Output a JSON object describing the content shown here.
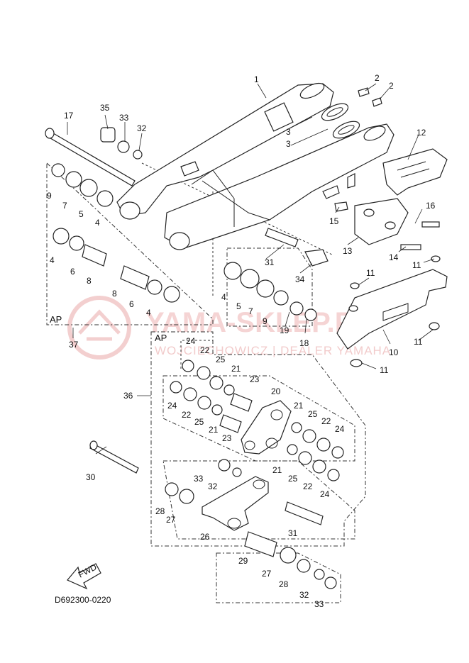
{
  "diagram": {
    "code": "D692300-0220",
    "fwd": "FWD",
    "ap_label": "AP",
    "watermark": {
      "brand": "YAMA-SKLEP.PL",
      "subline": "WOJCIECHOWICZ | DEALER YAMAHA"
    },
    "callouts": {
      "c1": "1",
      "c2a": "2",
      "c2b": "2",
      "c3a": "3",
      "c3b": "3",
      "c4a": "4",
      "c4b": "4",
      "c4c": "4",
      "c4d": "4",
      "c5a": "5",
      "c5b": "5",
      "c6a": "6",
      "c6b": "6",
      "c7a": "7",
      "c7b": "7",
      "c8a": "8",
      "c8b": "8",
      "c9a": "9",
      "c9b": "9",
      "c10": "10",
      "c11a": "11",
      "c11b": "11",
      "c11c": "11",
      "c11d": "11",
      "c12": "12",
      "c13": "13",
      "c14": "14",
      "c15": "15",
      "c16": "16",
      "c17": "17",
      "c18": "18",
      "c19": "19",
      "c20": "20",
      "c21a": "21",
      "c21b": "21",
      "c21c": "21",
      "c21d": "21",
      "c22a": "22",
      "c22b": "22",
      "c22c": "22",
      "c22d": "22",
      "c23a": "23",
      "c23b": "23",
      "c24a": "24",
      "c24b": "24",
      "c24c": "24",
      "c24d": "24",
      "c25a": "25",
      "c25b": "25",
      "c25c": "25",
      "c25d": "25",
      "c26": "26",
      "c27a": "27",
      "c27b": "27",
      "c28a": "28",
      "c28b": "28",
      "c29": "29",
      "c30": "30",
      "c31a": "31",
      "c31b": "31",
      "c32a": "32",
      "c32b": "32",
      "c32c": "32",
      "c33a": "33",
      "c33b": "33",
      "c33c": "33",
      "c34": "34",
      "c35": "35",
      "c36": "36",
      "c37": "37"
    }
  }
}
